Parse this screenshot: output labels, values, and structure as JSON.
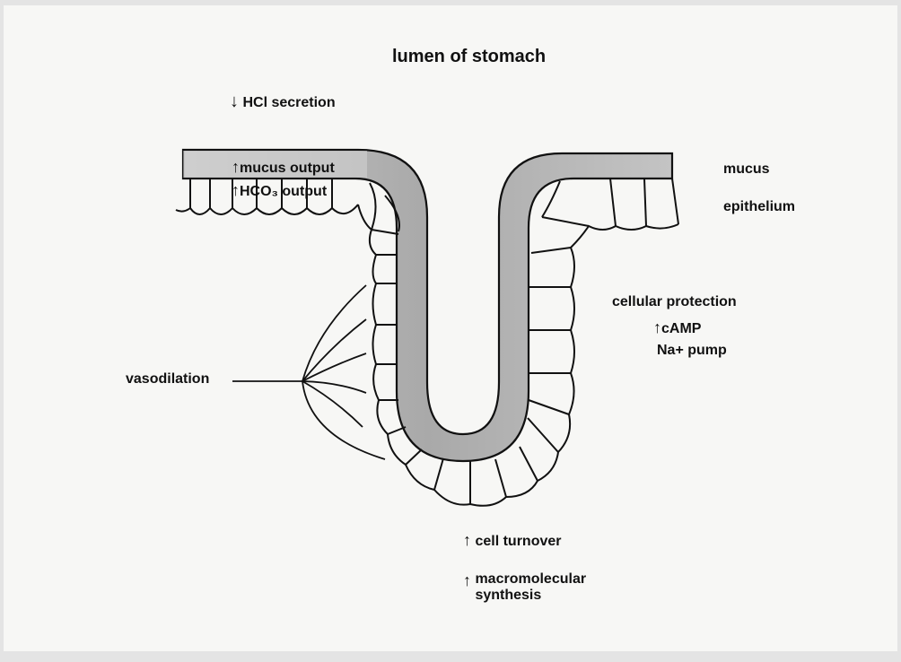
{
  "diagram": {
    "title": "lumen of stomach",
    "labels": {
      "hcl_secretion": "HCl secretion",
      "mucus_output": "mucus output",
      "hco3_output": "HCO₃ output",
      "mucus": "mucus",
      "epithelium": "epithelium",
      "cellular_protection": "cellular protection",
      "camp": "cAMP",
      "na_pump": "Na+ pump",
      "vasodilation": "vasodilation",
      "cell_turnover": "cell turnover",
      "macromolecular_synthesis": "macromolecular synthesis"
    },
    "arrows": {
      "hcl_secretion": "↓",
      "mucus_output": "↑",
      "hco3_output": "↑",
      "camp": "↑",
      "cell_turnover": "↑",
      "macromolecular_synthesis": "↑"
    },
    "colors": {
      "mucus_fill": "#b9b9b9",
      "line": "#111111",
      "background": "#f7f7f5"
    }
  }
}
